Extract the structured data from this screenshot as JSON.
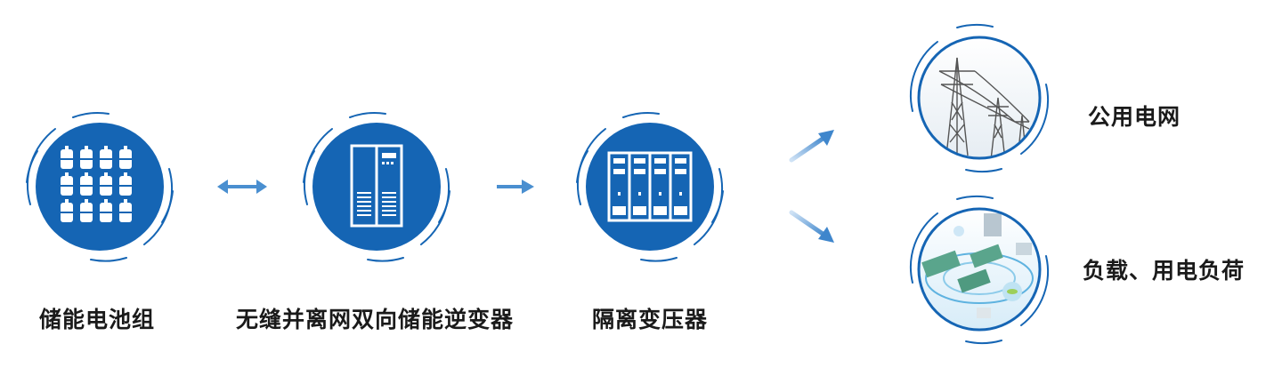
{
  "colors": {
    "primary": "#1565b4",
    "arrow": "#4a8fd0",
    "arrow_light": "#8cbce8",
    "label": "#1a1a1a"
  },
  "nodes": [
    {
      "id": "battery",
      "label": "储能电池组",
      "icon": "battery-cells-icon"
    },
    {
      "id": "inverter",
      "label": "无缝并离网双向储能逆变器",
      "icon": "inverter-cabinet-icon"
    },
    {
      "id": "transformer",
      "label": "隔离变压器",
      "icon": "transformer-cabinet-icon"
    },
    {
      "id": "grid",
      "label": "公用电网",
      "icon": "power-tower-icon"
    },
    {
      "id": "load",
      "label": "负载、用电负荷",
      "icon": "electrical-load-icon"
    }
  ],
  "edges": [
    {
      "from": "battery",
      "to": "inverter",
      "type": "bidirectional"
    },
    {
      "from": "inverter",
      "to": "transformer",
      "type": "forward"
    },
    {
      "from": "transformer",
      "to": "grid",
      "type": "forward"
    },
    {
      "from": "transformer",
      "to": "load",
      "type": "forward"
    }
  ]
}
